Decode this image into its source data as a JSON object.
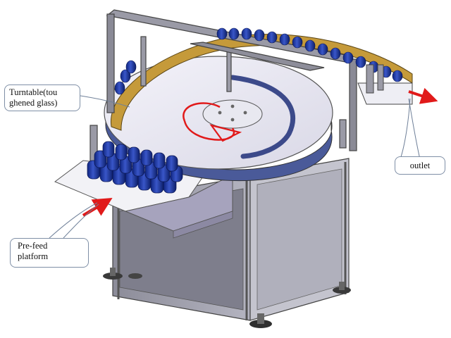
{
  "labels": {
    "turntable": [
      "Turntable(tou",
      "ghened glass)"
    ],
    "outlet": "outlet",
    "prefeed": [
      "Pre-feed",
      "platform"
    ]
  },
  "colors": {
    "frame": "#8a8a8a",
    "frame_dark": "#5a5a5a",
    "table_top": "#ecebf3",
    "guide_rail": "#3c4a8a",
    "bottle": "#1e3aa0",
    "bottle_cap": "#0c1a55",
    "arrow": "#e11a1a",
    "cabinet": "#9a9aa8",
    "callout_border": "#7f8fa6"
  }
}
